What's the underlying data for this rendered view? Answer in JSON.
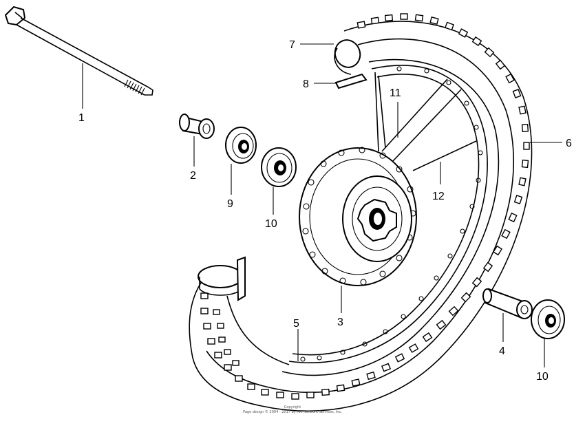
{
  "diagram": {
    "callouts": {
      "c1": "1",
      "c2": "2",
      "c3": "3",
      "c4": "4",
      "c5": "5",
      "c6": "6",
      "c7": "7",
      "c8": "8",
      "c9": "9",
      "c10a": "10",
      "c10b": "10",
      "c11": "11",
      "c12": "12"
    },
    "copyright": {
      "line1": "Copyright",
      "line2": "Page design © 2004 - 2017 by ARI Network Services, Inc."
    }
  }
}
